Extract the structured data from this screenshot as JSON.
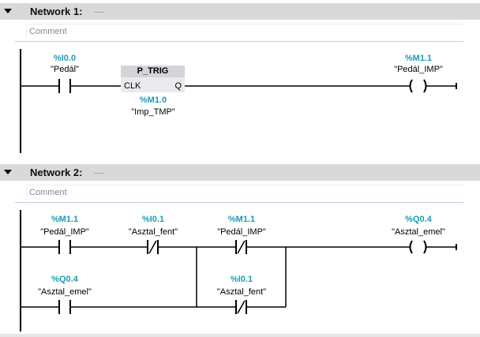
{
  "networks": [
    {
      "title": "Network 1:",
      "dots": ".....",
      "comment": "Comment",
      "contact": {
        "addr": "%I0.0",
        "name": "\"Pedál\""
      },
      "block": {
        "name": "P_TRIG",
        "in": "CLK",
        "out": "Q",
        "addr": "%M1.0",
        "tag": "\"Imp_TMP\""
      },
      "coil": {
        "addr": "%M1.1",
        "name": "\"Pedál_IMP\""
      }
    },
    {
      "title": "Network 2:",
      "dots": ".....",
      "comment": "Comment",
      "contacts": [
        {
          "addr": "%M1.1",
          "name": "\"Pedál_IMP\"",
          "type": "NO"
        },
        {
          "addr": "%I0.1",
          "name": "\"Asztal_fent\"",
          "type": "NC"
        },
        {
          "addr": "%M1.1",
          "name": "\"Pedál_IMP\"",
          "type": "NC"
        },
        {
          "addr": "%Q0.4",
          "name": "\"Asztal_emel\"",
          "type": "NO"
        },
        {
          "addr": "%I0.1",
          "name": "\"Asztal_fent\"",
          "type": "NC"
        }
      ],
      "coil": {
        "addr": "%Q0.4",
        "name": "\"Asztal_emel\""
      }
    }
  ]
}
